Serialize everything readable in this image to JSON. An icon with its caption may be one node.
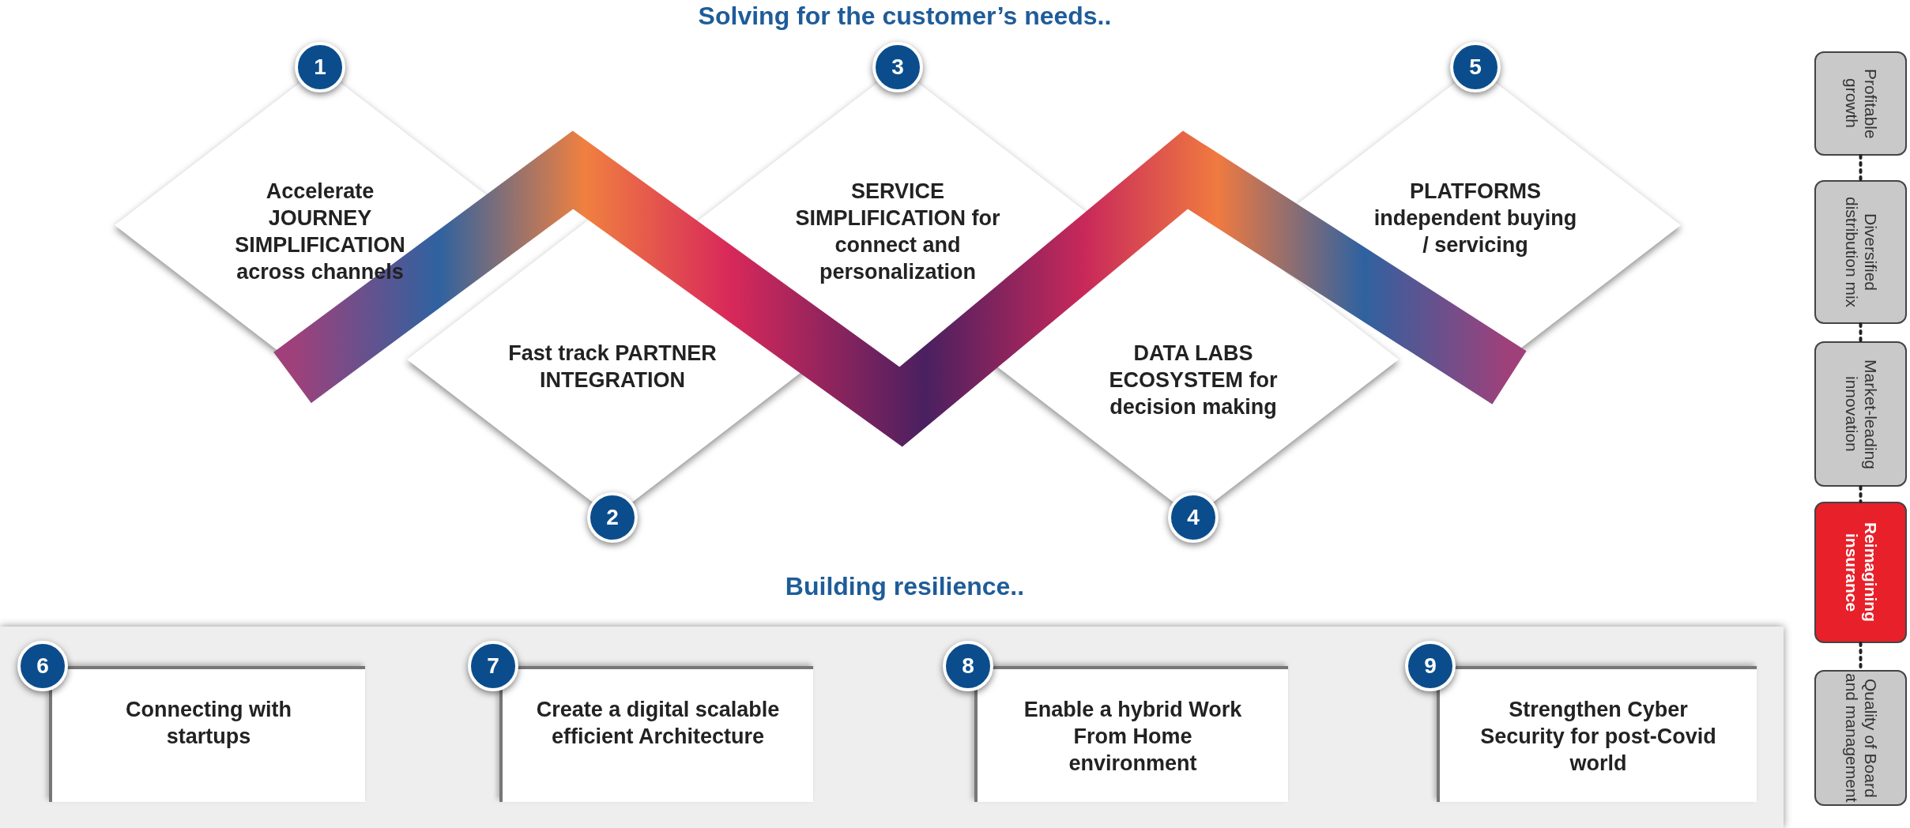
{
  "diagram": {
    "title": "Solving for the customer’s needs..",
    "nodes": [
      {
        "text": [
          "1",
          "Accelerate JOURNEY SIMPLIFICATION across channels"
        ]
      },
      {
        "text": [
          "Fast track PARTNER INTEGRATION",
          "2"
        ]
      },
      {
        "text": [
          "3",
          "SERVICE SIMPLIFICATION for connect and personalization"
        ]
      },
      {
        "text": [
          "DATA LABS ECOSYSTEM for decision making",
          "4"
        ]
      },
      {
        "text": [
          "5",
          "PLATFORMS independent buying / servicing"
        ]
      },
      {
        "text": [],
        "shape": "box"
      },
      {
        "text": [
          "6",
          "Connecting with startups"
        ],
        "in": 5
      },
      {
        "text": [
          "7",
          "Create a digital scalable efficient Architecture"
        ],
        "in": 5
      },
      {
        "text": [
          "8",
          "Enable a hybrid Work From Home environment"
        ],
        "in": 5
      },
      {
        "text": [
          "9",
          "Strengthen Cyber Security for post-Covid world"
        ],
        "in": 5
      },
      {
        "text": [
          "Profitable growth"
        ]
      },
      {
        "text": [
          "Diversified distribution mix"
        ]
      },
      {
        "text": [
          "Market-leading innovation"
        ]
      },
      {
        "text": [
          "Reimagining insurance"
        ]
      },
      {
        "text": [
          "Quality of Board and management"
        ]
      }
    ],
    "edges": [
      {
        "from": 10,
        "to": 11,
        "arrow": "none",
        "style": "dashed"
      },
      {
        "from": 11,
        "to": 12,
        "arrow": "none",
        "style": "dashed"
      },
      {
        "from": 12,
        "to": 13,
        "arrow": "none",
        "style": "dashed"
      },
      {
        "from": 13,
        "to": 14,
        "arrow": "none",
        "style": "dashed"
      }
    ],
    "labels": [
      "Building resilience.."
    ]
  }
}
